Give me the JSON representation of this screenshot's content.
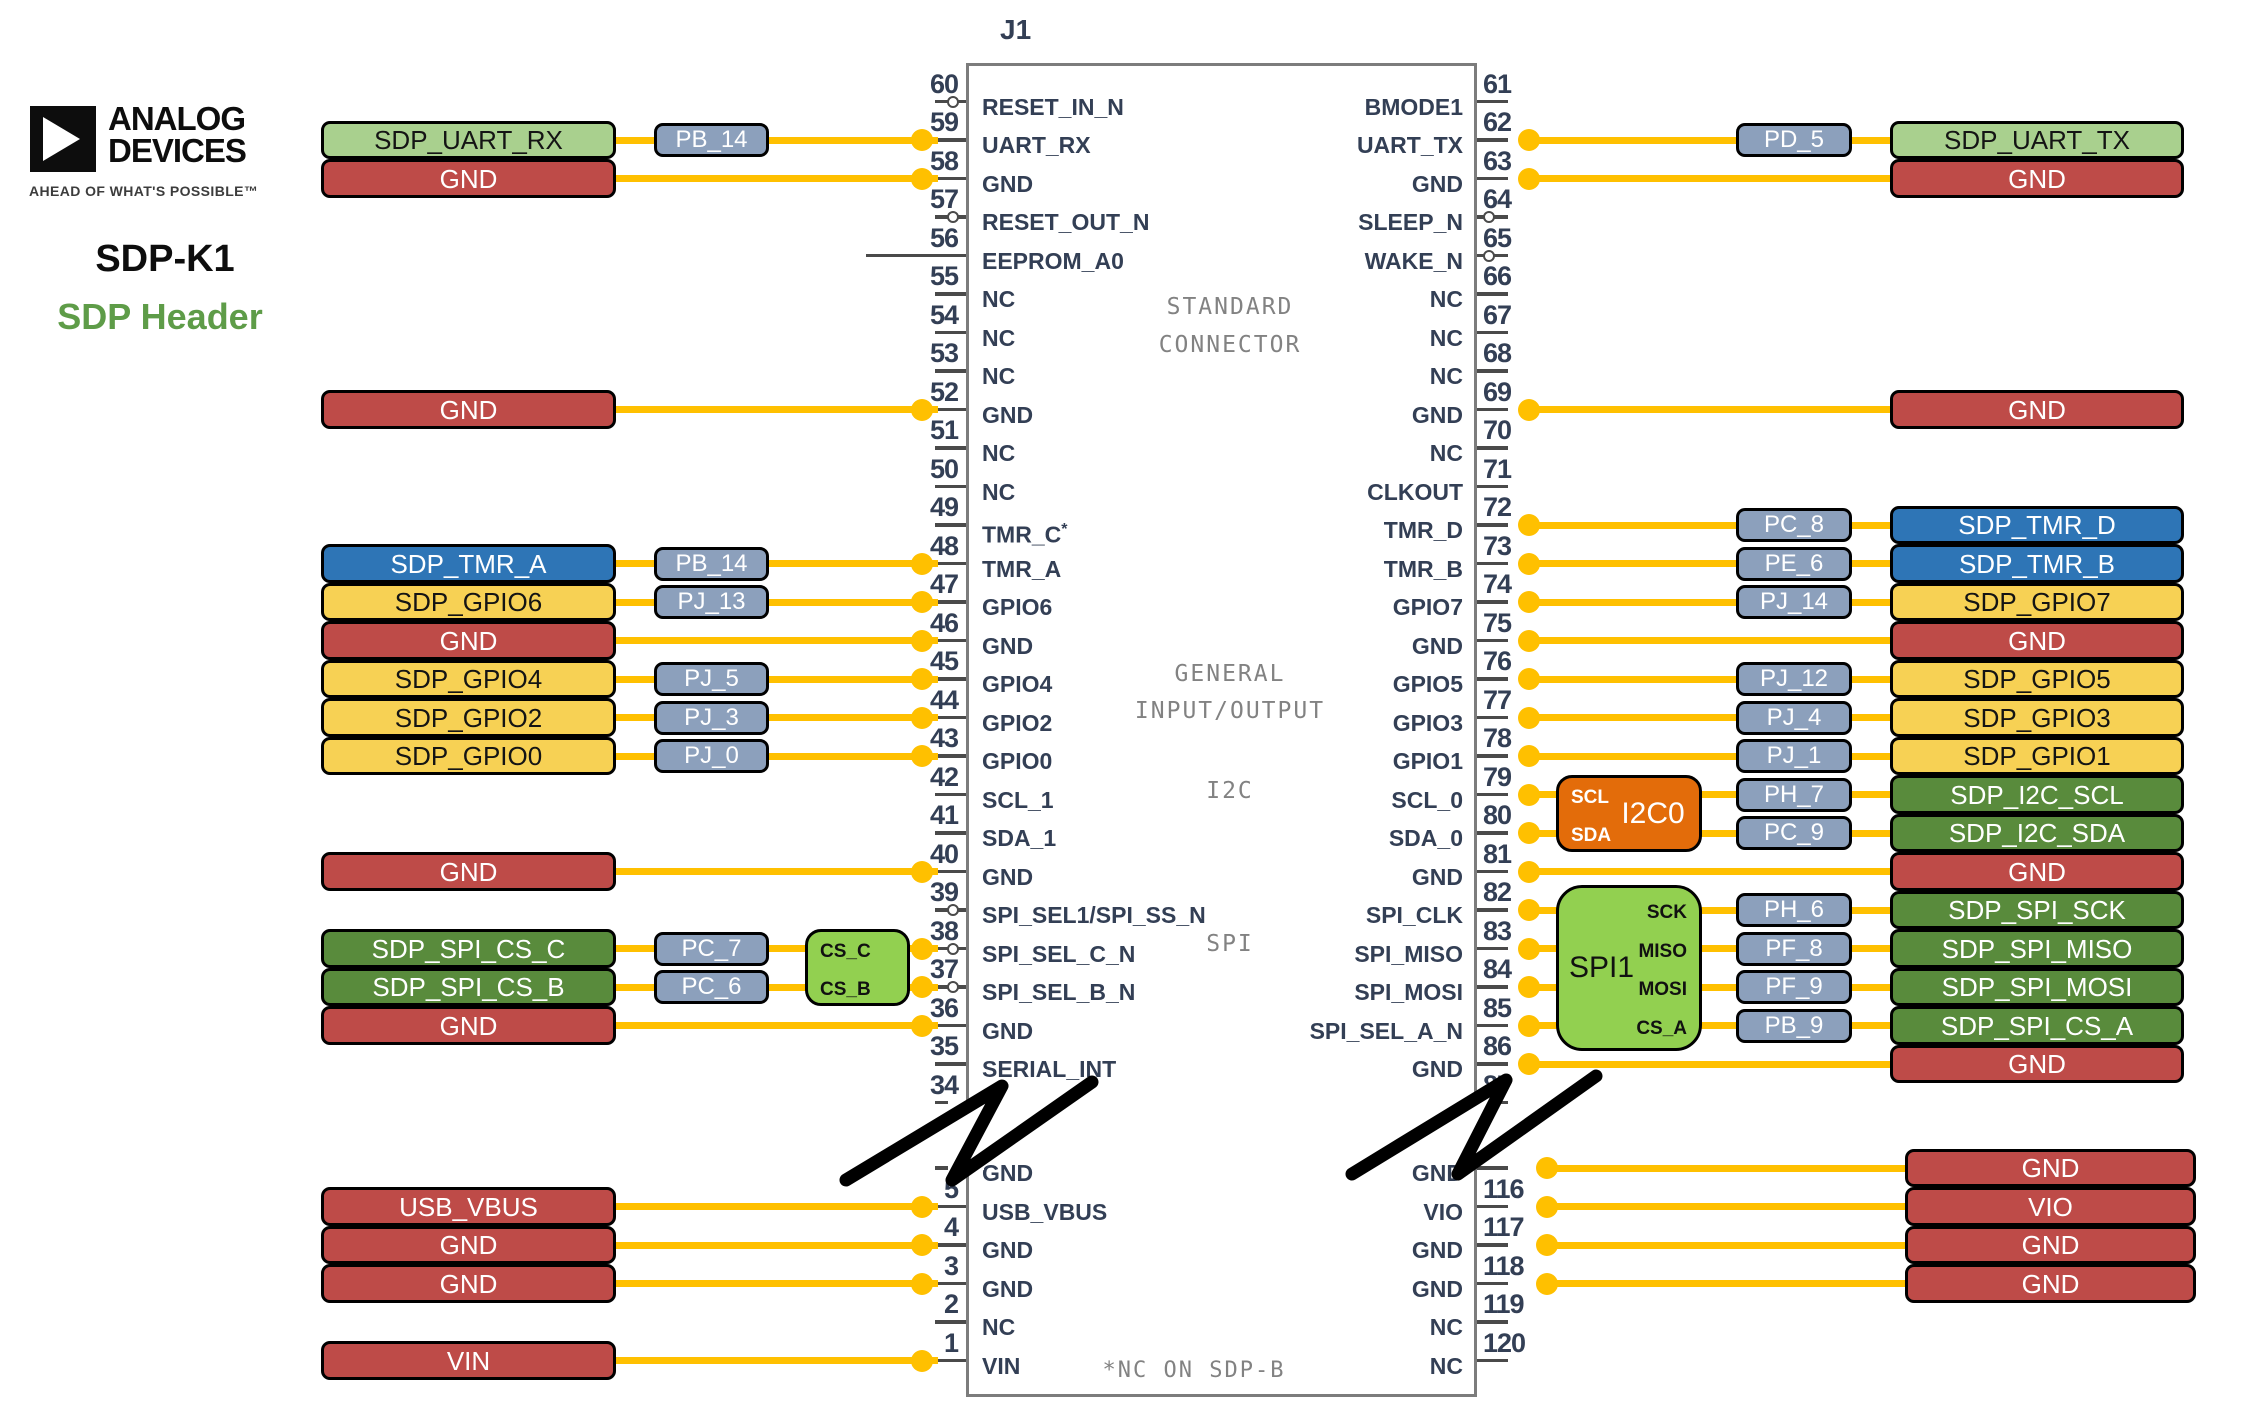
{
  "branding": {
    "logo_line1": "ANALOG",
    "logo_line2": "DEVICES",
    "tagline": "AHEAD OF WHAT'S POSSIBLE™",
    "board_name": "SDP-K1",
    "subtitle": "SDP Header"
  },
  "colors": {
    "wire": "#FFC000",
    "red": "#BE4B48",
    "blue": "#2E75B6",
    "yellow": "#F7D154",
    "light_green": "#A9D08E",
    "dark_green": "#598B3C",
    "bright_green": "#92D050",
    "orange": "#E36C0A",
    "chip": "#8CA0BC"
  },
  "connector": {
    "designator": "J1",
    "center_labels": [
      "STANDARD",
      "CONNECTOR",
      "GENERAL",
      "INPUT/OUTPUT",
      "I2C",
      "SPI"
    ],
    "footnote": "*NC ON SDP-B",
    "left_pins": [
      {
        "num": "60",
        "label": "RESET_IN_N",
        "bubble": true
      },
      {
        "num": "59",
        "label": "UART_RX",
        "wire": true,
        "chip": "PB_14",
        "net": "SDP_UART_RX",
        "net_color": "light_green"
      },
      {
        "num": "58",
        "label": "GND",
        "wire": true,
        "net": "GND",
        "net_color": "red"
      },
      {
        "num": "57",
        "label": "RESET_OUT_N",
        "bubble": true
      },
      {
        "num": "56",
        "label": "EEPROM_A0",
        "long_stub": true
      },
      {
        "num": "55",
        "label": "NC"
      },
      {
        "num": "54",
        "label": "NC"
      },
      {
        "num": "53",
        "label": "NC"
      },
      {
        "num": "52",
        "label": "GND",
        "wire": true,
        "net": "GND",
        "net_color": "red"
      },
      {
        "num": "51",
        "label": "NC"
      },
      {
        "num": "50",
        "label": "NC"
      },
      {
        "num": "49",
        "label": "TMR_C",
        "sup": "*"
      },
      {
        "num": "48",
        "label": "TMR_A",
        "wire": true,
        "chip": "PB_14",
        "net": "SDP_TMR_A",
        "net_color": "blue"
      },
      {
        "num": "47",
        "label": "GPIO6",
        "wire": true,
        "chip": "PJ_13",
        "net": "SDP_GPIO6",
        "net_color": "yellow"
      },
      {
        "num": "46",
        "label": "GND",
        "wire": true,
        "net": "GND",
        "net_color": "red"
      },
      {
        "num": "45",
        "label": "GPIO4",
        "wire": true,
        "chip": "PJ_5",
        "net": "SDP_GPIO4",
        "net_color": "yellow"
      },
      {
        "num": "44",
        "label": "GPIO2",
        "wire": true,
        "chip": "PJ_3",
        "net": "SDP_GPIO2",
        "net_color": "yellow"
      },
      {
        "num": "43",
        "label": "GPIO0",
        "wire": true,
        "chip": "PJ_0",
        "net": "SDP_GPIO0",
        "net_color": "yellow"
      },
      {
        "num": "42",
        "label": "SCL_1"
      },
      {
        "num": "41",
        "label": "SDA_1"
      },
      {
        "num": "40",
        "label": "GND",
        "wire": true,
        "net": "GND",
        "net_color": "red"
      },
      {
        "num": "39",
        "label": "SPI_SEL1/SPI_SS_N",
        "bubble": true
      },
      {
        "num": "38",
        "label": "SPI_SEL_C_N",
        "bubble": true,
        "wire": true,
        "chip": "PC_7",
        "net": "SDP_SPI_CS_C",
        "net_color": "dark_green"
      },
      {
        "num": "37",
        "label": "SPI_SEL_B_N",
        "bubble": true,
        "wire": true,
        "chip": "PC_6",
        "net": "SDP_SPI_CS_B",
        "net_color": "dark_green"
      },
      {
        "num": "36",
        "label": "GND",
        "wire": true,
        "net": "GND",
        "net_color": "red"
      },
      {
        "num": "35",
        "label": "SERIAL_INT"
      },
      {
        "num": "34",
        "label": ""
      }
    ],
    "right_pins": [
      {
        "num": "61",
        "label": "BMODE1"
      },
      {
        "num": "62",
        "label": "UART_TX",
        "wire": true,
        "chip": "PD_5",
        "net": "SDP_UART_TX",
        "net_color": "light_green"
      },
      {
        "num": "63",
        "label": "GND",
        "wire": true,
        "net": "GND",
        "net_color": "red"
      },
      {
        "num": "64",
        "label": "SLEEP_N",
        "bubble": true
      },
      {
        "num": "65",
        "label": "WAKE_N",
        "bubble": true
      },
      {
        "num": "66",
        "label": "NC"
      },
      {
        "num": "67",
        "label": "NC"
      },
      {
        "num": "68",
        "label": "NC"
      },
      {
        "num": "69",
        "label": "GND",
        "wire": true,
        "net": "GND",
        "net_color": "red"
      },
      {
        "num": "70",
        "label": "NC"
      },
      {
        "num": "71",
        "label": "CLKOUT"
      },
      {
        "num": "72",
        "label": "TMR_D",
        "wire": true,
        "chip": "PC_8",
        "net": "SDP_TMR_D",
        "net_color": "blue"
      },
      {
        "num": "73",
        "label": "TMR_B",
        "wire": true,
        "chip": "PE_6",
        "net": "SDP_TMR_B",
        "net_color": "blue"
      },
      {
        "num": "74",
        "label": "GPIO7",
        "wire": true,
        "chip": "PJ_14",
        "net": "SDP_GPIO7",
        "net_color": "yellow"
      },
      {
        "num": "75",
        "label": "GND",
        "wire": true,
        "net": "GND",
        "net_color": "red"
      },
      {
        "num": "76",
        "label": "GPIO5",
        "wire": true,
        "chip": "PJ_12",
        "net": "SDP_GPIO5",
        "net_color": "yellow"
      },
      {
        "num": "77",
        "label": "GPIO3",
        "wire": true,
        "chip": "PJ_4",
        "net": "SDP_GPIO3",
        "net_color": "yellow"
      },
      {
        "num": "78",
        "label": "GPIO1",
        "wire": true,
        "chip": "PJ_1",
        "net": "SDP_GPIO1",
        "net_color": "yellow"
      },
      {
        "num": "79",
        "label": "SCL_0",
        "wire": true,
        "chip": "PH_7",
        "net": "SDP_I2C_SCL",
        "net_color": "dark_green"
      },
      {
        "num": "80",
        "label": "SDA_0",
        "wire": true,
        "chip": "PC_9",
        "net": "SDP_I2C_SDA",
        "net_color": "dark_green"
      },
      {
        "num": "81",
        "label": "GND",
        "wire": true,
        "net": "GND",
        "net_color": "red"
      },
      {
        "num": "82",
        "label": "SPI_CLK",
        "wire": true,
        "chip": "PH_6",
        "net": "SDP_SPI_SCK",
        "net_color": "dark_green"
      },
      {
        "num": "83",
        "label": "SPI_MISO",
        "wire": true,
        "chip": "PF_8",
        "net": "SDP_SPI_MISO",
        "net_color": "dark_green"
      },
      {
        "num": "84",
        "label": "SPI_MOSI",
        "wire": true,
        "chip": "PF_9",
        "net": "SDP_SPI_MOSI",
        "net_color": "dark_green"
      },
      {
        "num": "85",
        "label": "SPI_SEL_A_N",
        "wire": true,
        "chip": "PB_9",
        "net": "SDP_SPI_CS_A",
        "net_color": "dark_green"
      },
      {
        "num": "86",
        "label": "GND",
        "wire": true,
        "net": "GND",
        "net_color": "red"
      },
      {
        "num": "87",
        "label": ""
      }
    ],
    "bottom_left_pins": [
      {
        "num": "",
        "label": "GND"
      },
      {
        "num": "5",
        "label": "USB_VBUS",
        "wire": true,
        "net": "USB_VBUS",
        "net_color": "red"
      },
      {
        "num": "4",
        "label": "GND",
        "wire": true,
        "net": "GND",
        "net_color": "red"
      },
      {
        "num": "3",
        "label": "GND",
        "wire": true,
        "net": "GND",
        "net_color": "red"
      },
      {
        "num": "2",
        "label": "NC"
      },
      {
        "num": "1",
        "label": "VIN",
        "wire": true,
        "net": "VIN",
        "net_color": "red"
      }
    ],
    "bottom_right_pins": [
      {
        "num": "",
        "label": "GND",
        "wire": true,
        "net": "GND",
        "net_color": "red"
      },
      {
        "num": "116",
        "label": "VIO",
        "wire": true,
        "net": "VIO",
        "net_color": "red"
      },
      {
        "num": "117",
        "label": "GND",
        "wire": true,
        "net": "GND",
        "net_color": "red"
      },
      {
        "num": "118",
        "label": "GND",
        "wire": true,
        "net": "GND",
        "net_color": "red"
      },
      {
        "num": "119",
        "label": "NC"
      },
      {
        "num": "120",
        "label": "NC"
      }
    ],
    "group_boxes": [
      {
        "id": "cs-hub",
        "title": "",
        "side": "left",
        "row_start": 22,
        "row_end": 23,
        "color": "bright_green",
        "text_color": "#111111",
        "labels": [
          "CS_C",
          "CS_B"
        ],
        "label_align": "left"
      },
      {
        "id": "i2c0-hub",
        "title": "I2C0",
        "side": "right",
        "row_start": 18,
        "row_end": 19,
        "color": "orange",
        "text_color": "#ffffff",
        "labels": [
          "SCL",
          "SDA"
        ],
        "label_align": "left",
        "title_align": "right"
      },
      {
        "id": "spi1-hub",
        "title": "SPI1",
        "side": "right",
        "row_start": 21,
        "row_end": 24,
        "color": "bright_green",
        "text_color": "#111111",
        "labels": [
          "SCK",
          "MISO",
          "MOSI",
          "CS_A"
        ],
        "label_align": "right",
        "title_align": "left"
      }
    ]
  }
}
